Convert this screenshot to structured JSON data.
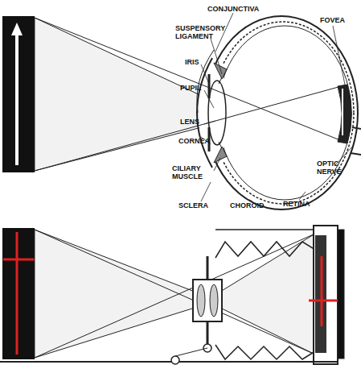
{
  "diagram": {
    "labels": [
      "CONJUNCTIVA",
      "SUSPENSORY LIGAMENT",
      "IRIS",
      "PUPIL",
      "LENS",
      "CORNEA",
      "CILIARY MUSCLE",
      "SCLERA",
      "CHOROID",
      "RETINA",
      "FOVEA",
      "OPTIC NERVE"
    ]
  }
}
